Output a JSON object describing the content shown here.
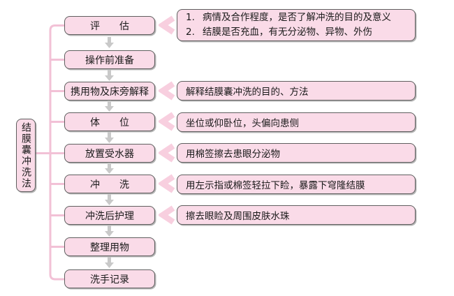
{
  "diagram": {
    "root_label": "结膜囊冲洗法",
    "steps": [
      {
        "label": "评　　估"
      },
      {
        "label": "操作前准备"
      },
      {
        "label": "携用物及床旁解释"
      },
      {
        "label": "体　　位"
      },
      {
        "label": "放置受水器"
      },
      {
        "label": "冲　　洗"
      },
      {
        "label": "冲洗后护理"
      },
      {
        "label": "整理用物"
      },
      {
        "label": "洗手记录"
      }
    ],
    "assessment_note": {
      "items": [
        {
          "num": "1.",
          "text": "病情及合作程度，是否了解冲洗的目的及意义"
        },
        {
          "num": "2.",
          "text": "结膜是否充血，有无分泌物、异物、外伤"
        }
      ]
    },
    "notes": {
      "explain": "解释结膜囊冲洗的目的、方法",
      "position": "坐位或仰卧位，头偏向患侧",
      "basin": "用棉签擦去患眼分泌物",
      "irrigate": "用左示指或棉签轻拉下睑，暴露下穹隆结膜",
      "aftercare": "擦去眼睑及周围皮肤水珠"
    },
    "colors": {
      "box_fill": "#fadbe8",
      "box_border": "#5f5f5f",
      "connector_pink": "#f2c1d6",
      "chevron_pink": "#f8cfdf",
      "arrow_gray": "#c9c9c9"
    }
  }
}
